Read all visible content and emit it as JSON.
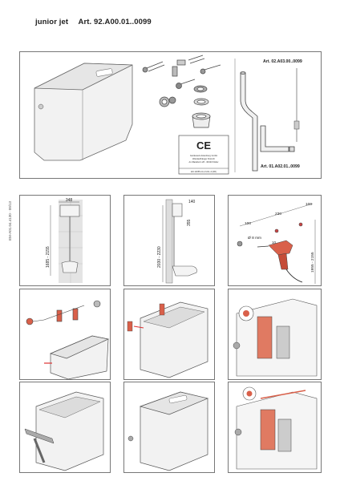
{
  "header": {
    "product": "junior jet",
    "article": "Art. 92.A00.01..0099"
  },
  "parts_panel": {
    "art_upper": "Art. 02.A03.00..0099",
    "art_lower": "Art. 01.A02.01..0099",
    "ce_mark": "CE",
    "cert_line1": "Geräteserie Eisenberg GmbH",
    "cert_line2": "Wandaufhänger Flutrohr",
    "cert_line3": "Am Badeborn 28 - 36433 Flüder",
    "cert_line4": "EN 14055-CL1-6-NL-3 (FR)"
  },
  "side_code": "EM-A01.04.4130 · 09/13",
  "step1": {
    "dim_width": "348",
    "dim_height": "1685 - 2155"
  },
  "step2": {
    "dim_top": "140",
    "dim_mid": "355",
    "dim_height": "2030 - 2230"
  },
  "step3": {
    "dim_a": "100",
    "dim_b": "230",
    "dim_c": "100",
    "drill": "Ø 8 mm",
    "dim_h": "1955 - 2155",
    "screw": "10"
  }
}
